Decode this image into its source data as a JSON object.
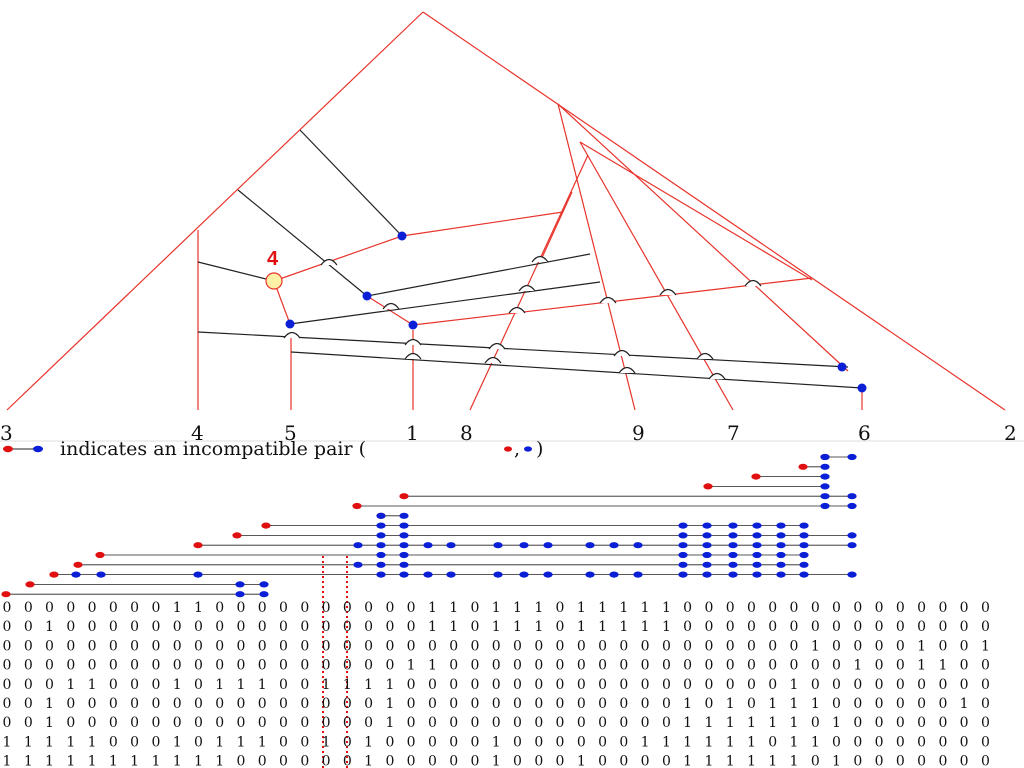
{
  "tree": {
    "leaf_labels": [
      "3",
      "4",
      "5",
      "1",
      "8",
      "9",
      "7",
      "6",
      "2"
    ],
    "highlight_label": "4"
  },
  "legend": {
    "text": "indicates an incompatible pair (",
    "separator": ",",
    "close": ")"
  },
  "matrix": {
    "rows": [
      "00000000110000000000110111011111000000000000000",
      "00100000000000000000110111011111000000000000000",
      "00000000000000000000000000000000000000100001001",
      "00000000000000000001100000000000000000001001100",
      "00011000101110011110000000000000000001000000000",
      "00100000000000000010000000000000101011100000010",
      "00100000000000000010000000000000111111010000000",
      "11111000101110010100000100000011111101100000000",
      "11111111111000000100000100010000111111010000000"
    ],
    "separator_column": 17
  },
  "colors": {
    "tree_line": "#e8332b",
    "black_line": "#222222",
    "blue_dot": "#0a1fd6",
    "red_dot": "#e01010",
    "highlight_fill": "#fff2a6"
  }
}
